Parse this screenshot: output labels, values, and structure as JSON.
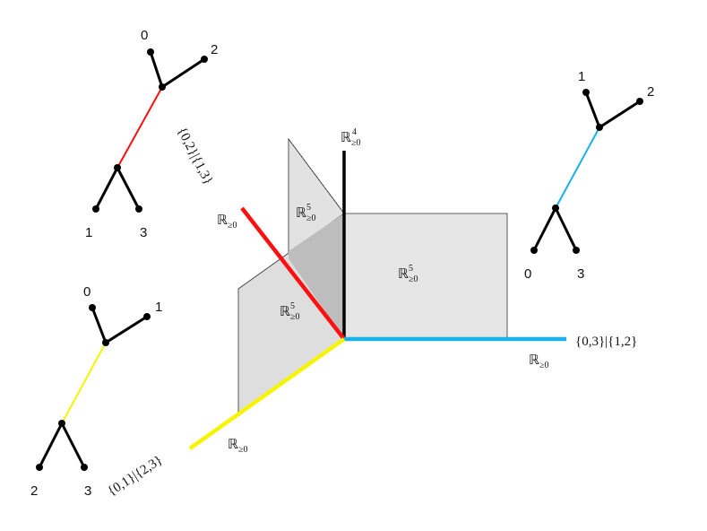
{
  "colors": {
    "red": "#ff1010",
    "blue": "#1ab0e8",
    "yellow": "#f5f500",
    "black": "#000000",
    "plane_fill": "#dcdcdc",
    "plane_fill_dark": "#bdbdbd"
  },
  "trees": {
    "top_left": {
      "leaves": [
        "0",
        "2",
        "1",
        "3"
      ],
      "edge_color": "red"
    },
    "right": {
      "leaves": [
        "1",
        "2",
        "0",
        "3"
      ],
      "edge_color": "blue"
    },
    "bottom_left": {
      "leaves": [
        "0",
        "1",
        "2",
        "3"
      ],
      "edge_color": "yellow"
    }
  },
  "splits": {
    "red": "{0,2}|{1,3}",
    "blue": "{0,3}|{1,2}",
    "yellow": "{0,1}|{2,3}"
  },
  "orthant_labels": {
    "ray_base": "ℝ",
    "ray_sub": "≥0",
    "vertical_sup": "4",
    "plane_sup": "5"
  }
}
